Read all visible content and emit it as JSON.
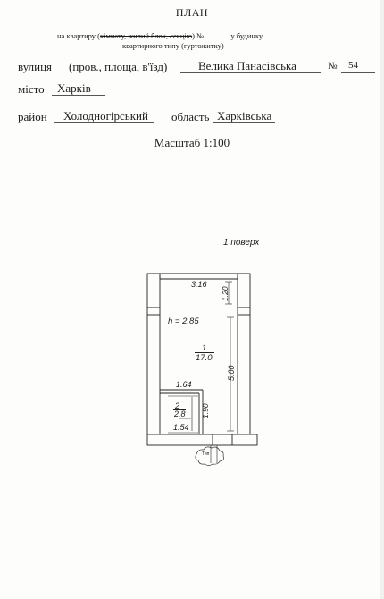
{
  "header": {
    "title": "ПЛАН",
    "line1_prefix": "на квартиру (",
    "line1_struck": "кімнату, жилий блок, секцію",
    "line1_mid": ") №",
    "line1_suffix": "у будинку",
    "line2_prefix": "квартирного типу (",
    "line2_struck": "гуртожитку",
    "line2_suffix": ")"
  },
  "fields": {
    "street_label": "вулиця",
    "street_types": "(пров., площа, в'їзд)",
    "street_value": "Велика Панасівська",
    "number_label": "№",
    "number_value": "54",
    "city_label": "місто",
    "city_value": "Харків",
    "district_label": "район",
    "district_value": "Холодногірський",
    "region_label": "область",
    "region_value": "Харківська"
  },
  "scale": "Масштаб 1:100",
  "plan": {
    "floor_label": "1 поверх",
    "dim_top": "3.16",
    "dim_top_right": "1.20",
    "height_label": "h = 2.85",
    "room1_number": "1",
    "room1_area": "17.0",
    "dim_right": "5.00",
    "dim_mid": "1.64",
    "room2_number": "2",
    "room2_area": "2.8",
    "dim_room2_height": "1.90",
    "dim_bottom": "1.54",
    "entrance_label": "Тип"
  }
}
